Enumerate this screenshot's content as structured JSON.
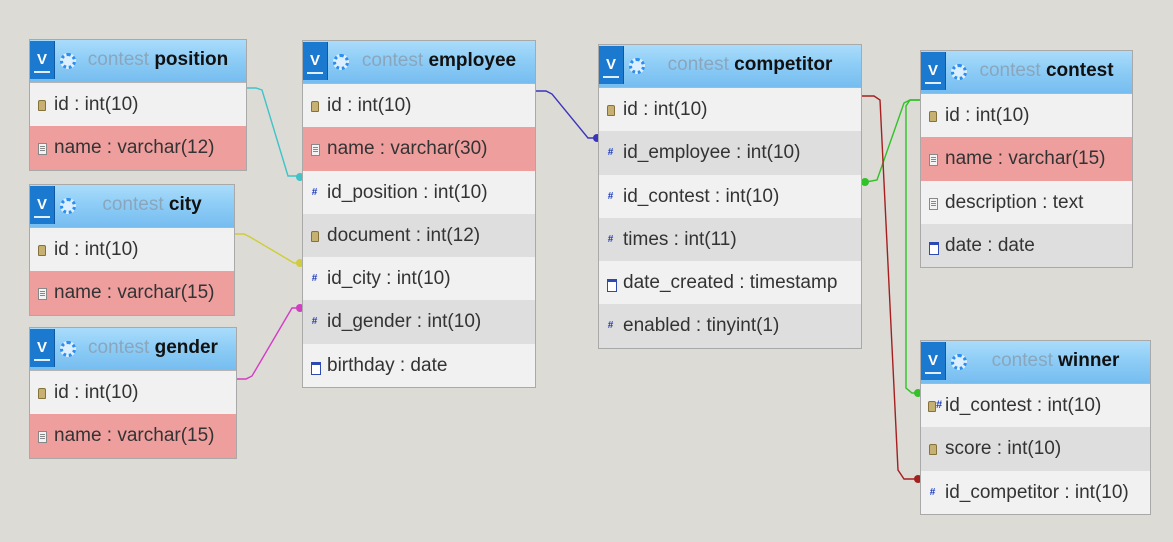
{
  "tables": {
    "position": {
      "db": "contest",
      "name": "position",
      "fields": [
        {
          "text": "id : int(10)",
          "icon": "key-icon"
        },
        {
          "text": "name : varchar(12)",
          "icon": "text-icon"
        }
      ]
    },
    "city": {
      "db": "contest",
      "name": "city",
      "fields": [
        {
          "text": "id : int(10)",
          "icon": "key-icon"
        },
        {
          "text": "name : varchar(15)",
          "icon": "text-icon"
        }
      ]
    },
    "gender": {
      "db": "contest",
      "name": "gender",
      "fields": [
        {
          "text": "id : int(10)",
          "icon": "key-icon"
        },
        {
          "text": "name : varchar(15)",
          "icon": "text-icon"
        }
      ]
    },
    "employee": {
      "db": "contest",
      "name": "employee",
      "fields": [
        {
          "text": "id : int(10)",
          "icon": "key-icon"
        },
        {
          "text": "name : varchar(30)",
          "icon": "text-icon"
        },
        {
          "text": "id_position : int(10)",
          "icon": "hash-icon"
        },
        {
          "text": "document : int(12)",
          "icon": "key-icon"
        },
        {
          "text": "id_city : int(10)",
          "icon": "hash-icon"
        },
        {
          "text": "id_gender : int(10)",
          "icon": "hash-icon"
        },
        {
          "text": "birthday : date",
          "icon": "date-icon"
        }
      ]
    },
    "competitor": {
      "db": "contest",
      "name": "competitor",
      "fields": [
        {
          "text": "id : int(10)",
          "icon": "key-icon"
        },
        {
          "text": "id_employee : int(10)",
          "icon": "hash-icon"
        },
        {
          "text": "id_contest : int(10)",
          "icon": "hash-icon"
        },
        {
          "text": "times : int(11)",
          "icon": "hash-icon"
        },
        {
          "text": "date_created : timestamp",
          "icon": "date-icon"
        },
        {
          "text": "enabled : tinyint(1)",
          "icon": "hash-icon"
        }
      ]
    },
    "contest": {
      "db": "contest",
      "name": "contest",
      "fields": [
        {
          "text": "id : int(10)",
          "icon": "key-icon"
        },
        {
          "text": "name : varchar(15)",
          "icon": "text-icon"
        },
        {
          "text": "description : text",
          "icon": "text-icon"
        },
        {
          "text": "date : date",
          "icon": "date-icon"
        }
      ]
    },
    "winner": {
      "db": "contest",
      "name": "winner",
      "fields": [
        {
          "text": "id_contest : int(10)",
          "icon": "key-hash-icon"
        },
        {
          "text": "score : int(10)",
          "icon": "key-icon"
        },
        {
          "text": "id_competitor : int(10)",
          "icon": "hash-icon"
        }
      ]
    }
  },
  "toggle_label": "V",
  "relation_colors": {
    "position": "#3ec3c8",
    "city": "#cfcd3a",
    "gender": "#d43cc4",
    "employee": "#3a35bd",
    "contest": "#31c227",
    "competitor": "#a51f1f"
  }
}
